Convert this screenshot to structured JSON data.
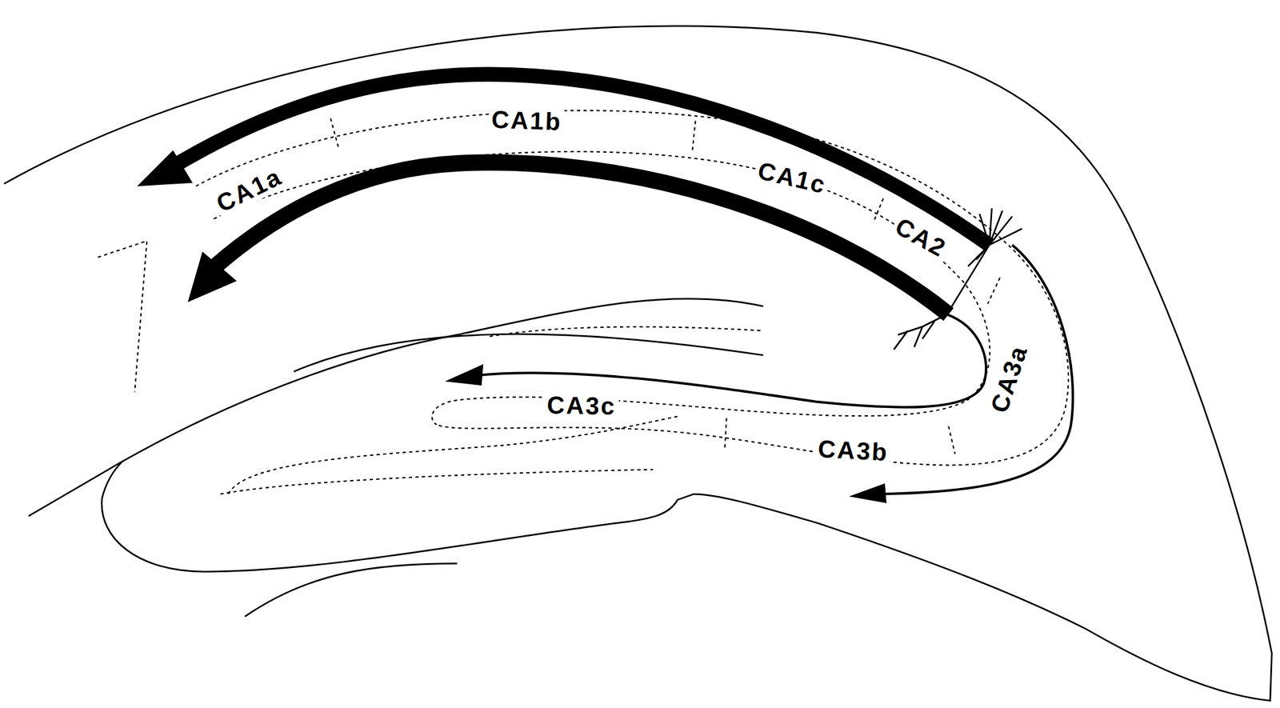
{
  "diagram": {
    "labels": [
      "CA1a",
      "CA1b",
      "CA1c",
      "CA2",
      "CA3a",
      "CA3c",
      "CA3b"
    ]
  }
}
